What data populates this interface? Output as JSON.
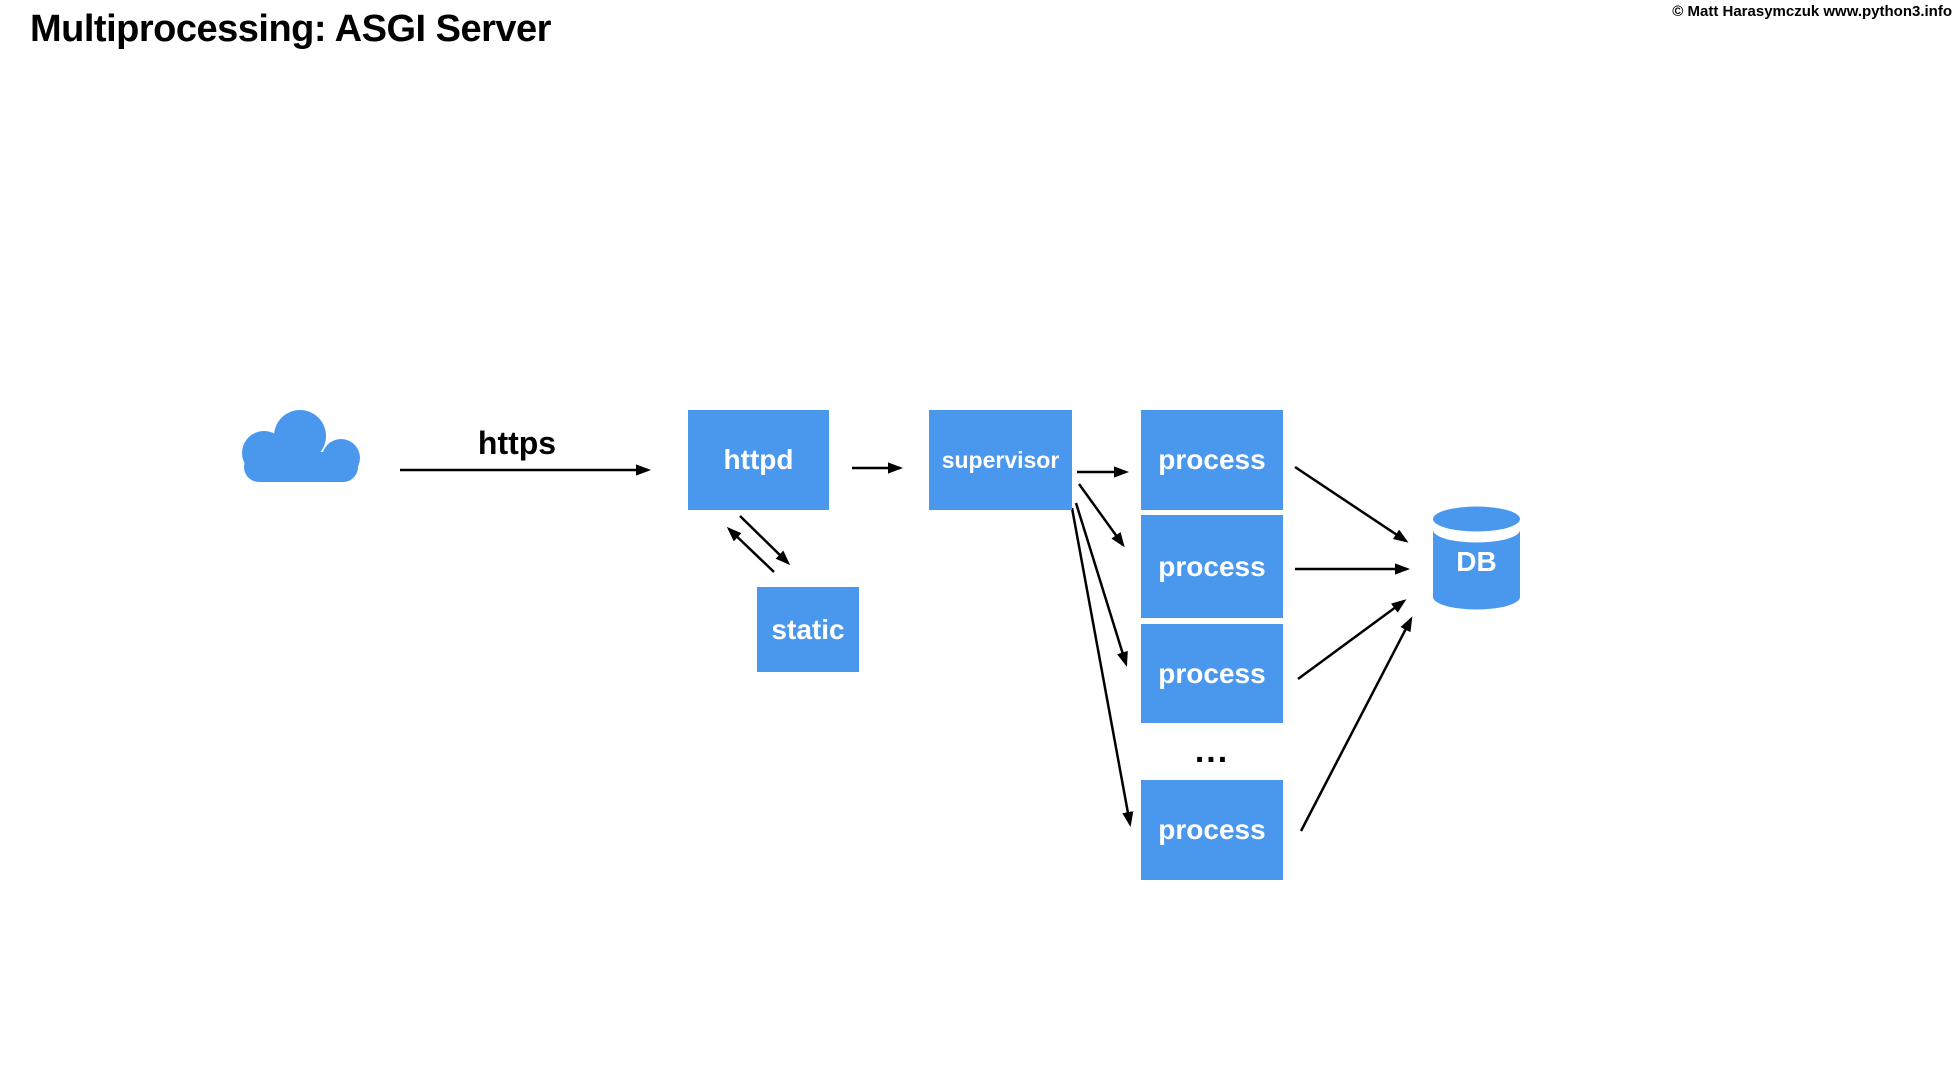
{
  "header": {
    "title": "Multiprocessing: ASGI Server",
    "copyright": "© Matt Harasymczuk www.python3.info"
  },
  "diagram": {
    "https_label": "https",
    "nodes": {
      "cloud": {
        "icon": "cloud-icon"
      },
      "httpd": {
        "label": "httpd"
      },
      "static": {
        "label": "static"
      },
      "supervisor": {
        "label": "supervisor"
      },
      "process1": {
        "label": "process"
      },
      "process2": {
        "label": "process"
      },
      "process3": {
        "label": "process"
      },
      "process4": {
        "label": "process"
      },
      "ellipsis": {
        "label": "..."
      },
      "db": {
        "label": "DB",
        "icon": "database-cylinder-icon"
      }
    },
    "edges": [
      {
        "from": "cloud",
        "to": "httpd",
        "label": "https"
      },
      {
        "from": "httpd",
        "to": "static",
        "bidirectional": true
      },
      {
        "from": "httpd",
        "to": "supervisor"
      },
      {
        "from": "supervisor",
        "to": "process1"
      },
      {
        "from": "supervisor",
        "to": "process2"
      },
      {
        "from": "supervisor",
        "to": "process3"
      },
      {
        "from": "supervisor",
        "to": "process4"
      },
      {
        "from": "process1",
        "to": "db"
      },
      {
        "from": "process2",
        "to": "db"
      },
      {
        "from": "process3",
        "to": "db"
      },
      {
        "from": "process4",
        "to": "db"
      }
    ],
    "colors": {
      "node_fill": "#4A98ED",
      "node_text": "#FFFFFF",
      "arrow": "#000000",
      "background": "#FFFFFF",
      "title_text": "#000000"
    }
  }
}
